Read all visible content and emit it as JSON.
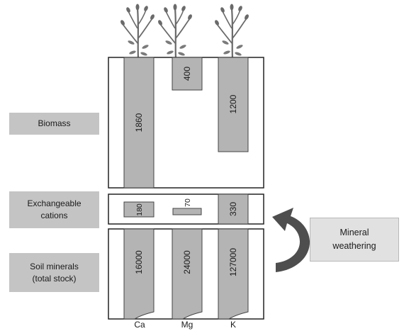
{
  "title": "",
  "pool_labels": {
    "biomass": "Biomass",
    "exchangeable_line1": "Exchangeable",
    "exchangeable_line2": "cations",
    "soil_line1": "Soil minerals",
    "soil_line2": "(total stock)"
  },
  "weathering": {
    "line1": "Mineral",
    "line2": "weathering"
  },
  "elements": [
    "Ca",
    "Mg",
    "K"
  ],
  "values": {
    "biomass": {
      "Ca": "1860",
      "Mg": "400",
      "K": "1200"
    },
    "exchangeable": {
      "Ca": "180",
      "Mg": "70",
      "K": "330"
    },
    "soil_minerals": {
      "Ca": "16000",
      "Mg": "24000",
      "K": "127000"
    }
  },
  "colors": {
    "bar": "#b4b4b4",
    "label_box": "#c4c4c4",
    "weathering_box": "#e1e1e1",
    "arrow": "#555555"
  },
  "icons": [
    "plant-icon",
    "curved-arrow-icon"
  ]
}
